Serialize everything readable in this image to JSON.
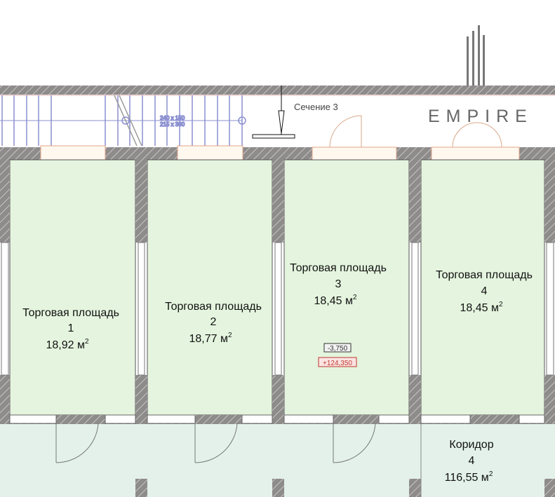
{
  "logo": {
    "text": "EMPIRE"
  },
  "section_marker": {
    "label": "Сечение 3"
  },
  "stairs": {
    "line1": "240 x 150",
    "line2": "215 x 300"
  },
  "rooms": [
    {
      "name": "Торговая площадь",
      "number": "1",
      "area": "18,92 м",
      "unit_sup": "2"
    },
    {
      "name": "Торговая площадь",
      "number": "2",
      "area": "18,77 м",
      "unit_sup": "2"
    },
    {
      "name": "Торговая площадь",
      "number": "3",
      "area": "18,45 м",
      "unit_sup": "2"
    },
    {
      "name": "Торговая площадь",
      "number": "4",
      "area": "18,45 м",
      "unit_sup": "2"
    }
  ],
  "corridor": {
    "name": "Коридор",
    "number": "4",
    "area": "116,55 м",
    "unit_sup": "2"
  },
  "level_marks": {
    "relative": "-3,750",
    "absolute": "+124,350"
  },
  "colors": {
    "room_fill": "#e4f4de",
    "corridor_fill": "#e3f1ea",
    "wall": "#8e8b8b",
    "absolute_mark": "#c0392b"
  }
}
